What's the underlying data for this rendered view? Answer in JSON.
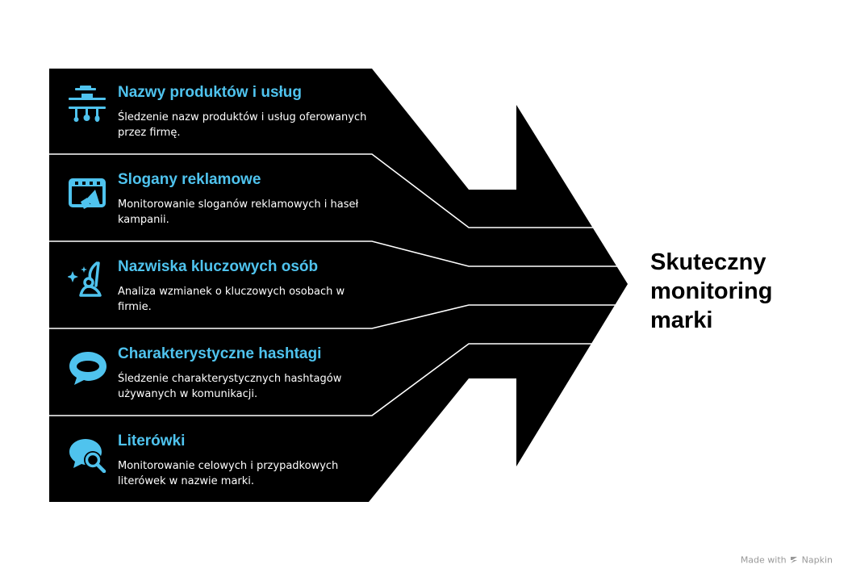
{
  "items": [
    {
      "title": "Nazwy produktów i usług",
      "description": "Śledzenie nazw produktów i usług oferowanych przez firmę.",
      "icon": "kitchen-utensils-icon"
    },
    {
      "title": "Slogany reklamowe",
      "description": "Monitorowanie sloganów reklamowych i haseł kampanii.",
      "icon": "video-megaphone-icon"
    },
    {
      "title": "Nazwiska kluczowych osób",
      "description": "Analiza wzmianek o kluczowych osobach w firmie.",
      "icon": "person-sparkle-icon"
    },
    {
      "title": "Charakterystyczne hashtagi",
      "description": "Śledzenie charakterystycznych hashtagów używanych w komunikacji.",
      "icon": "speech-bubble-icon"
    },
    {
      "title": "Literówki",
      "description": "Monitorowanie celowych i przypadkowych literówek w nazwie marki.",
      "icon": "chat-search-icon"
    }
  ],
  "target": {
    "label": "Skuteczny monitoring marki"
  },
  "footer": {
    "made_with": "Made with",
    "brand": "Napkin"
  },
  "colors": {
    "accent": "#4fc3ee",
    "band": "#000000",
    "text": "#ffffff"
  }
}
